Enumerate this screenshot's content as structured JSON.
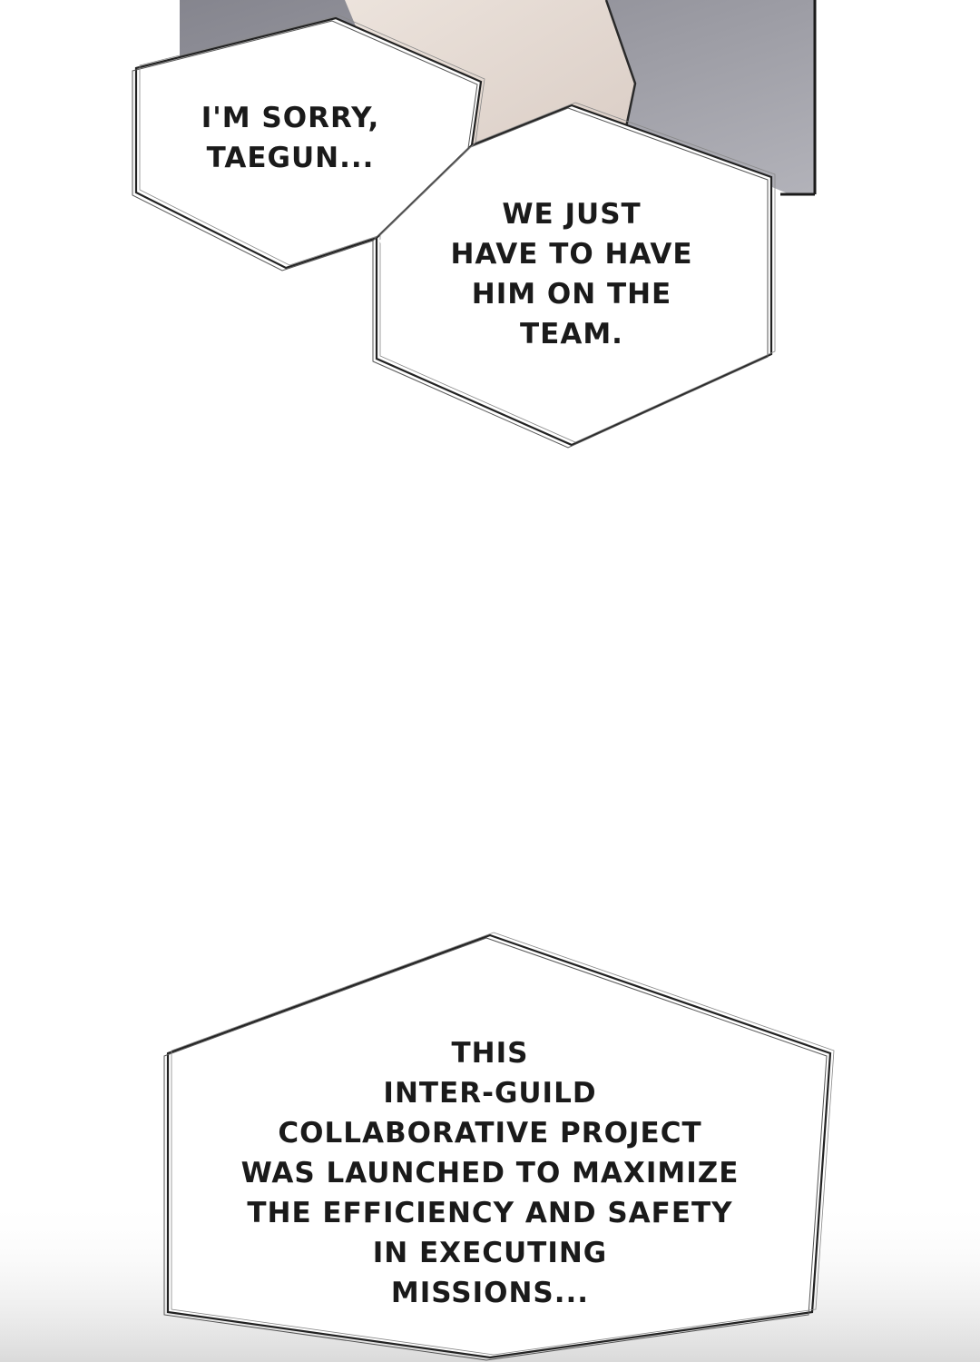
{
  "panels": {
    "top": {
      "bubble_left": {
        "lines": [
          "I'M SORRY,",
          "TAEGUN..."
        ]
      },
      "bubble_right": {
        "lines": [
          "WE JUST",
          "HAVE TO HAVE",
          "HIM ON THE",
          "TEAM."
        ]
      }
    },
    "bottom": {
      "bubble": {
        "lines": [
          "THIS",
          "INTER-GUILD",
          "COLLABORATIVE PROJECT",
          "WAS LAUNCHED TO MAXIMIZE",
          "THE EFFICIENCY AND SAFETY",
          "IN EXECUTING",
          "MISSIONS..."
        ]
      }
    }
  },
  "colors": {
    "background": "#ffffff",
    "panel_gray": "#9c9ca4",
    "skin": "#e8ddd6",
    "ink": "#1a1a1a",
    "bottom_fade": "#e4e4e4"
  }
}
